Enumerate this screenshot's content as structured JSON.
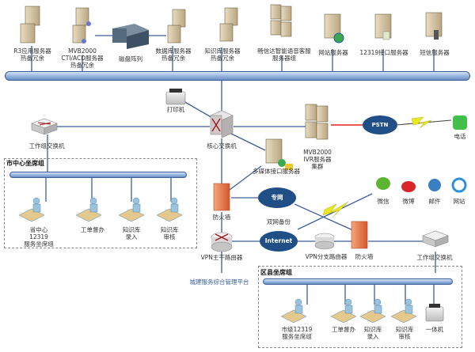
{
  "diagram": {
    "top_servers": [
      {
        "label": "R3应用服务器\n热备冗余"
      },
      {
        "label": "MVB2000\nCTI/ACD服务器\n热备冗余"
      },
      {
        "label": "磁盘阵列"
      },
      {
        "label": "数据库服务器\n热备冗余"
      },
      {
        "label": "知识库服务器\n热备冗余"
      },
      {
        "label": "畅信达智能语音客服\n服务器组"
      },
      {
        "label": "网站服务器"
      },
      {
        "label": "12319接口服务器"
      },
      {
        "label": "短信服务器"
      }
    ],
    "core": {
      "printer": "打印机",
      "core_switch": "核心交换机",
      "workgroup_switch": "工作组交换机",
      "ivr": "MVB2000\nIVR服务器\n集群",
      "pstn": "PSTN",
      "phone": "电话",
      "multimedia": "多媒体接口服务器"
    },
    "city_group": {
      "title": "市中心坐席组",
      "seats": [
        {
          "label": "省中心\n12319\n服务坐席组"
        },
        {
          "label": "工单督办"
        },
        {
          "label": "知识库\n录入"
        },
        {
          "label": "知识库\n审核"
        }
      ]
    },
    "network": {
      "firewall_left": "防火墙",
      "private_net": "专网",
      "dual_backup": "双网备份",
      "internet": "Internet",
      "vpn_main": "VPN主干路由器",
      "vpn_branch": "VPN分支路由器",
      "firewall_right": "防火墙",
      "workgroup_switch2": "工作组交换机",
      "platform": "城建服务综合管理平台"
    },
    "social": [
      {
        "label": "微信",
        "color": "#5cb531"
      },
      {
        "label": "微博",
        "color": "#d9242a"
      },
      {
        "label": "邮件",
        "color": "#3a7fc4"
      },
      {
        "label": "网站",
        "color": "#2f8fd8"
      }
    ],
    "district_group": {
      "title": "区县坐席组",
      "seats": [
        {
          "label": "市级12319\n服务坐席组"
        },
        {
          "label": "工单督办"
        },
        {
          "label": "知识库\n录入"
        },
        {
          "label": "知识库\n审核"
        },
        {
          "label": "一体机"
        }
      ]
    },
    "colors": {
      "bus_border": "#3c5d96",
      "link": "#3c5d96",
      "pstn_link": "#e02020",
      "cloud": "#1f4f86",
      "firewall": "#e8744a",
      "lightning": "#e8e820"
    }
  }
}
